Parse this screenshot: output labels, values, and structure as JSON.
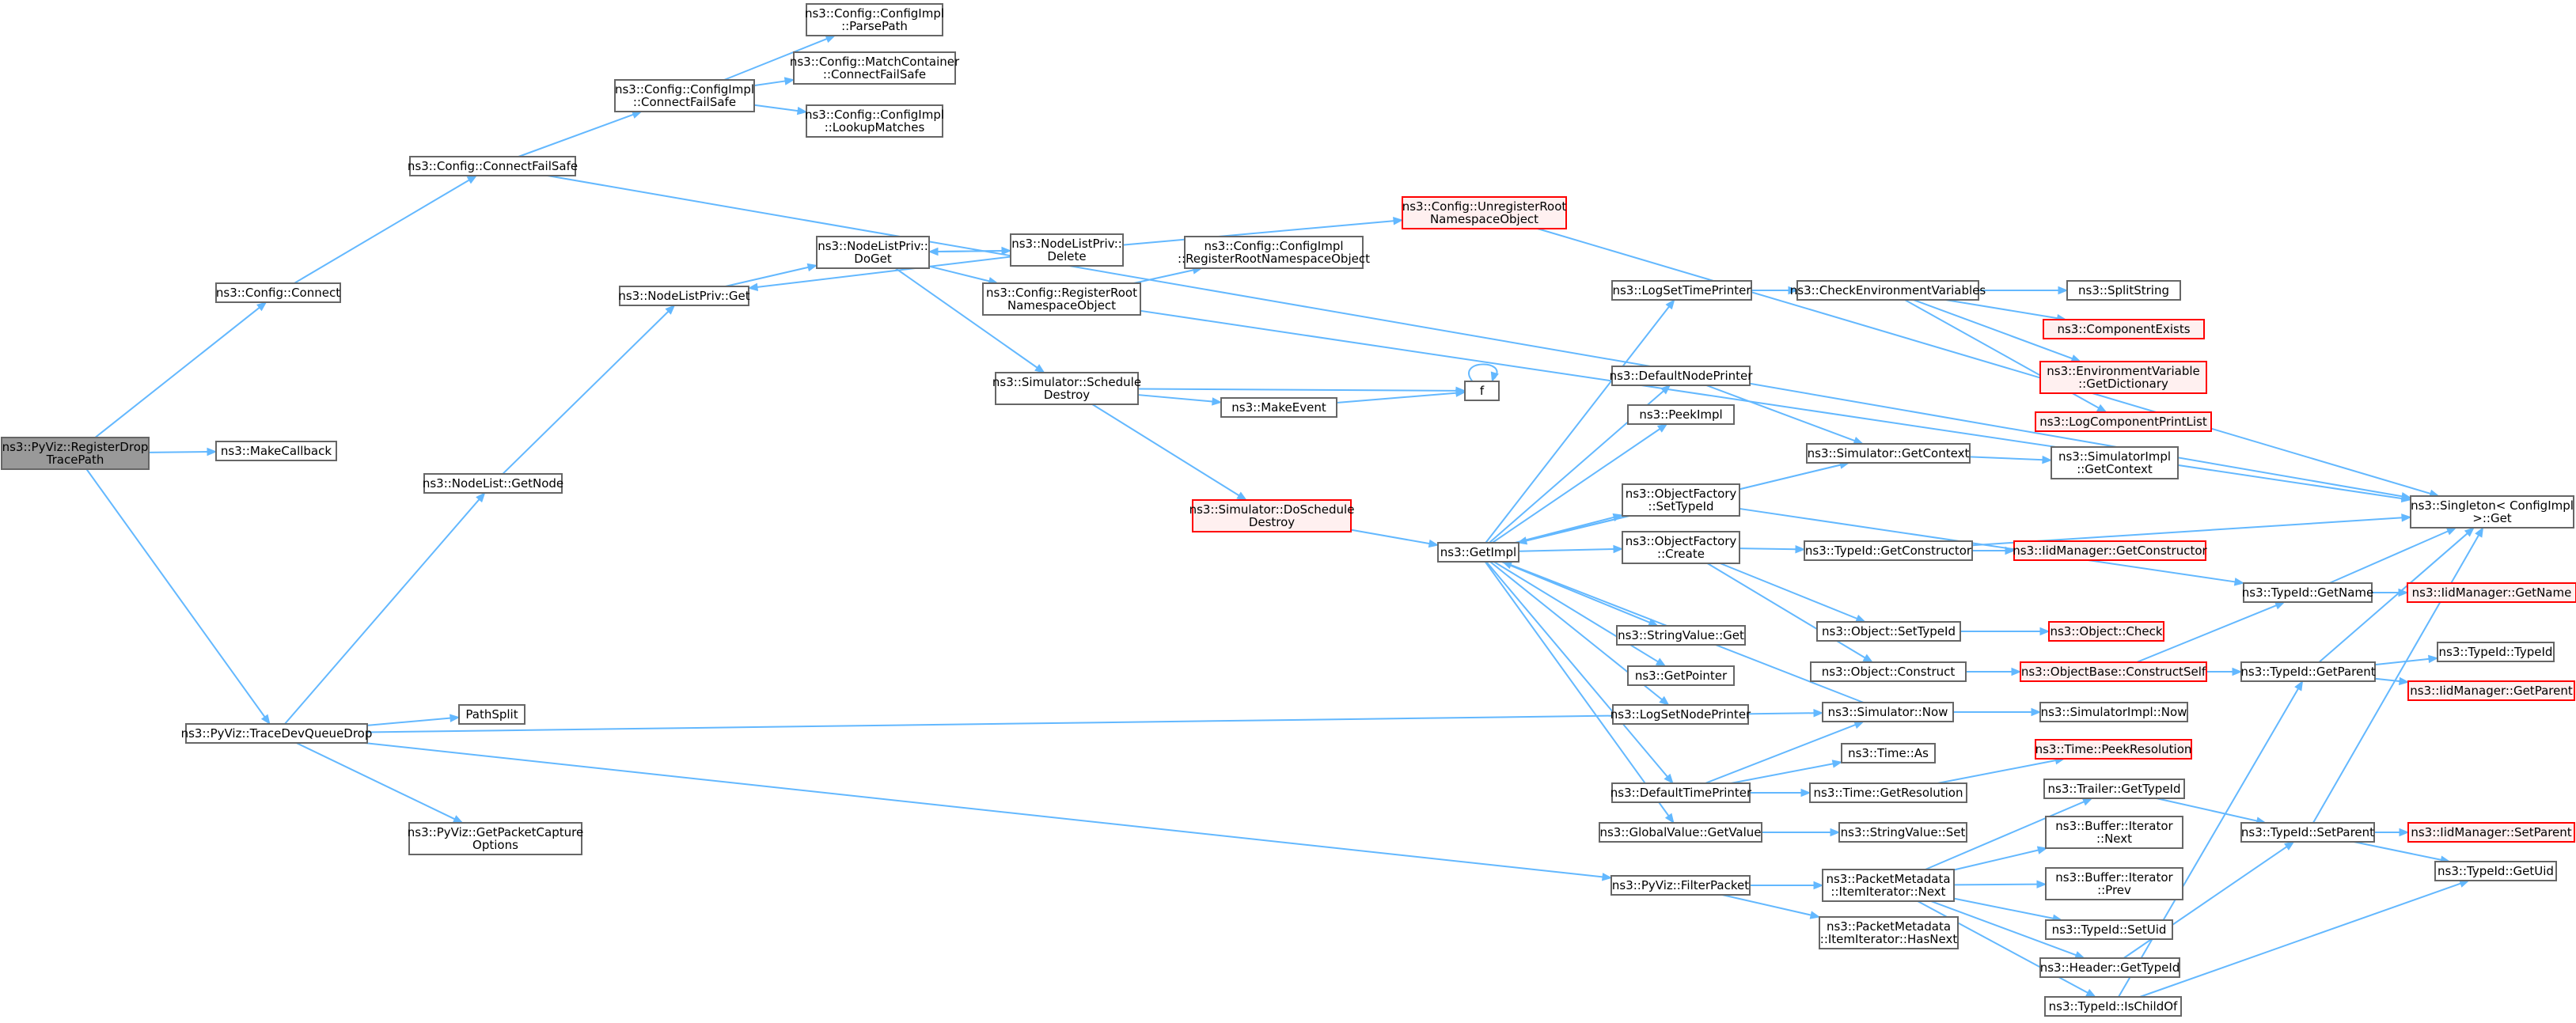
{
  "colors": {
    "edge": "#63b8ff",
    "node_border": "#666666",
    "highlight_border": "#ff0000",
    "highlight_fill": "#fff0f0",
    "root_fill": "#999999"
  },
  "nodes": [
    {
      "id": "root",
      "lines": [
        "ns3::PyViz::RegisterDrop",
        "TracePath"
      ],
      "style": "root"
    },
    {
      "id": "configConnect",
      "lines": [
        "ns3::Config::Connect"
      ],
      "style": "normal"
    },
    {
      "id": "makeCallback",
      "lines": [
        "ns3::MakeCallback"
      ],
      "style": "normal"
    },
    {
      "id": "traceDevQueueDrop",
      "lines": [
        "ns3::PyViz::TraceDevQueueDrop"
      ],
      "style": "normal"
    },
    {
      "id": "configConnectFailSafe",
      "lines": [
        "ns3::Config::ConnectFailSafe"
      ],
      "style": "normal"
    },
    {
      "id": "implConnectFailSafe",
      "lines": [
        "ns3::Config::ConfigImpl",
        "::ConnectFailSafe"
      ],
      "style": "normal"
    },
    {
      "id": "implParsePath",
      "lines": [
        "ns3::Config::ConfigImpl",
        "::ParsePath"
      ],
      "style": "normal"
    },
    {
      "id": "matchConnectFailSafe",
      "lines": [
        "ns3::Config::MatchContainer",
        "::ConnectFailSafe"
      ],
      "style": "normal"
    },
    {
      "id": "implLookupMatches",
      "lines": [
        "ns3::Config::ConfigImpl",
        "::LookupMatches"
      ],
      "style": "normal"
    },
    {
      "id": "nodeListGetNode",
      "lines": [
        "ns3::NodeList::GetNode"
      ],
      "style": "normal"
    },
    {
      "id": "nodeListPrivGet",
      "lines": [
        "ns3::NodeListPriv::Get"
      ],
      "style": "normal"
    },
    {
      "id": "nodeListPrivDoGet",
      "lines": [
        "ns3::NodeListPriv::",
        "DoGet"
      ],
      "style": "normal"
    },
    {
      "id": "nodeListPrivDelete",
      "lines": [
        "ns3::NodeListPriv::",
        "Delete"
      ],
      "style": "normal"
    },
    {
      "id": "registerRootNs",
      "lines": [
        "ns3::Config::RegisterRoot",
        "NamespaceObject"
      ],
      "style": "normal"
    },
    {
      "id": "implRegisterRootNs",
      "lines": [
        "ns3::Config::ConfigImpl",
        "::RegisterRootNamespaceObject"
      ],
      "style": "normal"
    },
    {
      "id": "unregisterRootNs",
      "lines": [
        "ns3::Config::UnregisterRoot",
        "NamespaceObject"
      ],
      "style": "red"
    },
    {
      "id": "simScheduleDestroy",
      "lines": [
        "ns3::Simulator::Schedule",
        "Destroy"
      ],
      "style": "normal"
    },
    {
      "id": "makeEvent",
      "lines": [
        "ns3::MakeEvent"
      ],
      "style": "normal"
    },
    {
      "id": "f",
      "lines": [
        "f"
      ],
      "style": "normal"
    },
    {
      "id": "simDoScheduleDestroy",
      "lines": [
        "ns3::Simulator::DoSchedule",
        "Destroy"
      ],
      "style": "red"
    },
    {
      "id": "getImpl",
      "lines": [
        "ns3::GetImpl"
      ],
      "style": "normal"
    },
    {
      "id": "logSetTimePrinter",
      "lines": [
        "ns3::LogSetTimePrinter"
      ],
      "style": "normal"
    },
    {
      "id": "checkEnvVars",
      "lines": [
        "ns3::CheckEnvironmentVariables"
      ],
      "style": "normal"
    },
    {
      "id": "splitString",
      "lines": [
        "ns3::SplitString"
      ],
      "style": "normal"
    },
    {
      "id": "componentExists",
      "lines": [
        "ns3::ComponentExists"
      ],
      "style": "red"
    },
    {
      "id": "envVarGetDict",
      "lines": [
        "ns3::EnvironmentVariable",
        "::GetDictionary"
      ],
      "style": "red"
    },
    {
      "id": "logComponentPrintList",
      "lines": [
        "ns3::LogComponentPrintList"
      ],
      "style": "red"
    },
    {
      "id": "defaultNodePrinter",
      "lines": [
        "ns3::DefaultNodePrinter"
      ],
      "style": "normal"
    },
    {
      "id": "peekImpl",
      "lines": [
        "ns3::PeekImpl"
      ],
      "style": "normal"
    },
    {
      "id": "simGetContext",
      "lines": [
        "ns3::Simulator::GetContext"
      ],
      "style": "normal"
    },
    {
      "id": "simImplGetContext",
      "lines": [
        "ns3::SimulatorImpl",
        "::GetContext"
      ],
      "style": "normal"
    },
    {
      "id": "objFactorySetTypeId",
      "lines": [
        "ns3::ObjectFactory",
        "::SetTypeId"
      ],
      "style": "normal"
    },
    {
      "id": "objFactoryCreate",
      "lines": [
        "ns3::ObjectFactory",
        "::Create"
      ],
      "style": "normal"
    },
    {
      "id": "typeIdGetConstructor",
      "lines": [
        "ns3::TypeId::GetConstructor"
      ],
      "style": "normal"
    },
    {
      "id": "iidGetConstructor",
      "lines": [
        "ns3::IidManager::GetConstructor"
      ],
      "style": "red"
    },
    {
      "id": "singletonGet",
      "lines": [
        "ns3::Singleton< ConfigImpl",
        ">::Get"
      ],
      "style": "normal"
    },
    {
      "id": "typeIdGetName",
      "lines": [
        "ns3::TypeId::GetName"
      ],
      "style": "normal"
    },
    {
      "id": "iidGetName",
      "lines": [
        "ns3::IidManager::GetName"
      ],
      "style": "red"
    },
    {
      "id": "objectSetTypeId",
      "lines": [
        "ns3::Object::SetTypeId"
      ],
      "style": "normal"
    },
    {
      "id": "objectCheck",
      "lines": [
        "ns3::Object::Check"
      ],
      "style": "red"
    },
    {
      "id": "objectConstruct",
      "lines": [
        "ns3::Object::Construct"
      ],
      "style": "normal"
    },
    {
      "id": "objBaseConstructSelf",
      "lines": [
        "ns3::ObjectBase::ConstructSelf"
      ],
      "style": "red"
    },
    {
      "id": "typeIdGetParent",
      "lines": [
        "ns3::TypeId::GetParent"
      ],
      "style": "normal"
    },
    {
      "id": "typeIdTypeId",
      "lines": [
        "ns3::TypeId::TypeId"
      ],
      "style": "normal"
    },
    {
      "id": "iidGetParent",
      "lines": [
        "ns3::IidManager::GetParent"
      ],
      "style": "red"
    },
    {
      "id": "stringValueGet",
      "lines": [
        "ns3::StringValue::Get"
      ],
      "style": "normal"
    },
    {
      "id": "getPointer",
      "lines": [
        "ns3::GetPointer"
      ],
      "style": "normal"
    },
    {
      "id": "logSetNodePrinter",
      "lines": [
        "ns3::LogSetNodePrinter"
      ],
      "style": "normal"
    },
    {
      "id": "simNow",
      "lines": [
        "ns3::Simulator::Now"
      ],
      "style": "normal"
    },
    {
      "id": "simImplNow",
      "lines": [
        "ns3::SimulatorImpl::Now"
      ],
      "style": "normal"
    },
    {
      "id": "pathSplit",
      "lines": [
        "PathSplit"
      ],
      "style": "normal"
    },
    {
      "id": "timeAs",
      "lines": [
        "ns3::Time::As"
      ],
      "style": "normal"
    },
    {
      "id": "defaultTimePrinter",
      "lines": [
        "ns3::DefaultTimePrinter"
      ],
      "style": "normal"
    },
    {
      "id": "timeGetResolution",
      "lines": [
        "ns3::Time::GetResolution"
      ],
      "style": "normal"
    },
    {
      "id": "timePeekResolution",
      "lines": [
        "ns3::Time::PeekResolution"
      ],
      "style": "red"
    },
    {
      "id": "trailerGetTypeId",
      "lines": [
        "ns3::Trailer::GetTypeId"
      ],
      "style": "normal"
    },
    {
      "id": "typeIdSetParent",
      "lines": [
        "ns3::TypeId::SetParent"
      ],
      "style": "normal"
    },
    {
      "id": "iidSetParent",
      "lines": [
        "ns3::IidManager::SetParent"
      ],
      "style": "red"
    },
    {
      "id": "typeIdGetUid",
      "lines": [
        "ns3::TypeId::GetUid"
      ],
      "style": "normal"
    },
    {
      "id": "getPacketCaptureOptions",
      "lines": [
        "ns3::PyViz::GetPacketCapture",
        "Options"
      ],
      "style": "normal"
    },
    {
      "id": "globalValueGetValue",
      "lines": [
        "ns3::GlobalValue::GetValue"
      ],
      "style": "normal"
    },
    {
      "id": "stringValueSet",
      "lines": [
        "ns3::StringValue::Set"
      ],
      "style": "normal"
    },
    {
      "id": "bufferIterNext",
      "lines": [
        "ns3::Buffer::Iterator",
        "::Next"
      ],
      "style": "normal"
    },
    {
      "id": "filterPacket",
      "lines": [
        "ns3::PyViz::FilterPacket"
      ],
      "style": "normal"
    },
    {
      "id": "pmItemIterNext",
      "lines": [
        "ns3::PacketMetadata",
        "::ItemIterator::Next"
      ],
      "style": "normal"
    },
    {
      "id": "bufferIterPrev",
      "lines": [
        "ns3::Buffer::Iterator",
        "::Prev"
      ],
      "style": "normal"
    },
    {
      "id": "pmItemIterHasNext",
      "lines": [
        "ns3::PacketMetadata",
        "::ItemIterator::HasNext"
      ],
      "style": "normal"
    },
    {
      "id": "typeIdSetUid",
      "lines": [
        "ns3::TypeId::SetUid"
      ],
      "style": "normal"
    },
    {
      "id": "headerGetTypeId",
      "lines": [
        "ns3::Header::GetTypeId"
      ],
      "style": "normal"
    },
    {
      "id": "typeIdIsChildOf",
      "lines": [
        "ns3::TypeId::IsChildOf"
      ],
      "style": "normal"
    }
  ],
  "edges": [
    [
      "root",
      "configConnect"
    ],
    [
      "root",
      "makeCallback"
    ],
    [
      "root",
      "traceDevQueueDrop"
    ],
    [
      "configConnect",
      "configConnectFailSafe"
    ],
    [
      "configConnectFailSafe",
      "implConnectFailSafe"
    ],
    [
      "configConnectFailSafe",
      "singletonGet"
    ],
    [
      "implConnectFailSafe",
      "implParsePath"
    ],
    [
      "implConnectFailSafe",
      "matchConnectFailSafe"
    ],
    [
      "implConnectFailSafe",
      "implLookupMatches"
    ],
    [
      "traceDevQueueDrop",
      "nodeListGetNode"
    ],
    [
      "traceDevQueueDrop",
      "pathSplit"
    ],
    [
      "traceDevQueueDrop",
      "getPacketCaptureOptions"
    ],
    [
      "traceDevQueueDrop",
      "simNow"
    ],
    [
      "traceDevQueueDrop",
      "filterPacket"
    ],
    [
      "nodeListGetNode",
      "nodeListPrivGet"
    ],
    [
      "nodeListPrivGet",
      "nodeListPrivDoGet"
    ],
    [
      "nodeListPrivDoGet",
      "nodeListPrivDelete"
    ],
    [
      "nodeListPrivDoGet",
      "registerRootNs"
    ],
    [
      "nodeListPrivDoGet",
      "simScheduleDestroy"
    ],
    [
      "nodeListPrivDelete",
      "nodeListPrivGet"
    ],
    [
      "nodeListPrivDelete",
      "nodeListPrivDoGet"
    ],
    [
      "nodeListPrivDelete",
      "unregisterRootNs"
    ],
    [
      "registerRootNs",
      "implRegisterRootNs"
    ],
    [
      "registerRootNs",
      "singletonGet"
    ],
    [
      "unregisterRootNs",
      "singletonGet"
    ],
    [
      "simScheduleDestroy",
      "makeEvent"
    ],
    [
      "simScheduleDestroy",
      "f"
    ],
    [
      "simScheduleDestroy",
      "simDoScheduleDestroy"
    ],
    [
      "makeEvent",
      "f"
    ],
    [
      "f",
      "f"
    ],
    [
      "simDoScheduleDestroy",
      "getImpl"
    ],
    [
      "getImpl",
      "logSetTimePrinter"
    ],
    [
      "getImpl",
      "defaultNodePrinter"
    ],
    [
      "getImpl",
      "peekImpl"
    ],
    [
      "getImpl",
      "simGetContext"
    ],
    [
      "getImpl",
      "objFactorySetTypeId"
    ],
    [
      "getImpl",
      "objFactoryCreate"
    ],
    [
      "getImpl",
      "stringValueGet"
    ],
    [
      "getImpl",
      "getPointer"
    ],
    [
      "getImpl",
      "logSetNodePrinter"
    ],
    [
      "getImpl",
      "defaultTimePrinter"
    ],
    [
      "getImpl",
      "globalValueGetValue"
    ],
    [
      "logSetTimePrinter",
      "checkEnvVars"
    ],
    [
      "checkEnvVars",
      "splitString"
    ],
    [
      "checkEnvVars",
      "componentExists"
    ],
    [
      "checkEnvVars",
      "envVarGetDict"
    ],
    [
      "checkEnvVars",
      "logComponentPrintList"
    ],
    [
      "defaultNodePrinter",
      "simGetContext"
    ],
    [
      "simGetContext",
      "getImpl"
    ],
    [
      "simGetContext",
      "simImplGetContext"
    ],
    [
      "objFactorySetTypeId",
      "typeIdGetName"
    ],
    [
      "objFactoryCreate",
      "typeIdGetConstructor"
    ],
    [
      "objFactoryCreate",
      "objectSetTypeId"
    ],
    [
      "objFactoryCreate",
      "objectConstruct"
    ],
    [
      "typeIdGetConstructor",
      "iidGetConstructor"
    ],
    [
      "typeIdGetConstructor",
      "singletonGet"
    ],
    [
      "typeIdGetName",
      "singletonGet"
    ],
    [
      "typeIdGetName",
      "iidGetName"
    ],
    [
      "objectSetTypeId",
      "objectCheck"
    ],
    [
      "objectConstruct",
      "objBaseConstructSelf"
    ],
    [
      "objBaseConstructSelf",
      "typeIdGetName"
    ],
    [
      "objBaseConstructSelf",
      "typeIdGetParent"
    ],
    [
      "typeIdGetParent",
      "singletonGet"
    ],
    [
      "typeIdGetParent",
      "typeIdTypeId"
    ],
    [
      "typeIdGetParent",
      "iidGetParent"
    ],
    [
      "simNow",
      "getImpl"
    ],
    [
      "simNow",
      "simImplNow"
    ],
    [
      "defaultTimePrinter",
      "simNow"
    ],
    [
      "defaultTimePrinter",
      "timeAs"
    ],
    [
      "defaultTimePrinter",
      "timeGetResolution"
    ],
    [
      "timeGetResolution",
      "timePeekResolution"
    ],
    [
      "globalValueGetValue",
      "stringValueSet"
    ],
    [
      "filterPacket",
      "pmItemIterNext"
    ],
    [
      "filterPacket",
      "pmItemIterHasNext"
    ],
    [
      "pmItemIterNext",
      "trailerGetTypeId"
    ],
    [
      "pmItemIterNext",
      "bufferIterNext"
    ],
    [
      "pmItemIterNext",
      "bufferIterPrev"
    ],
    [
      "pmItemIterNext",
      "typeIdSetUid"
    ],
    [
      "pmItemIterNext",
      "headerGetTypeId"
    ],
    [
      "pmItemIterNext",
      "typeIdIsChildOf"
    ],
    [
      "trailerGetTypeId",
      "typeIdSetParent"
    ],
    [
      "headerGetTypeId",
      "typeIdSetParent"
    ],
    [
      "typeIdSetParent",
      "singletonGet"
    ],
    [
      "typeIdSetParent",
      "iidSetParent"
    ],
    [
      "typeIdSetParent",
      "typeIdGetUid"
    ],
    [
      "typeIdIsChildOf",
      "typeIdGetParent"
    ],
    [
      "typeIdIsChildOf",
      "typeIdGetUid"
    ]
  ]
}
